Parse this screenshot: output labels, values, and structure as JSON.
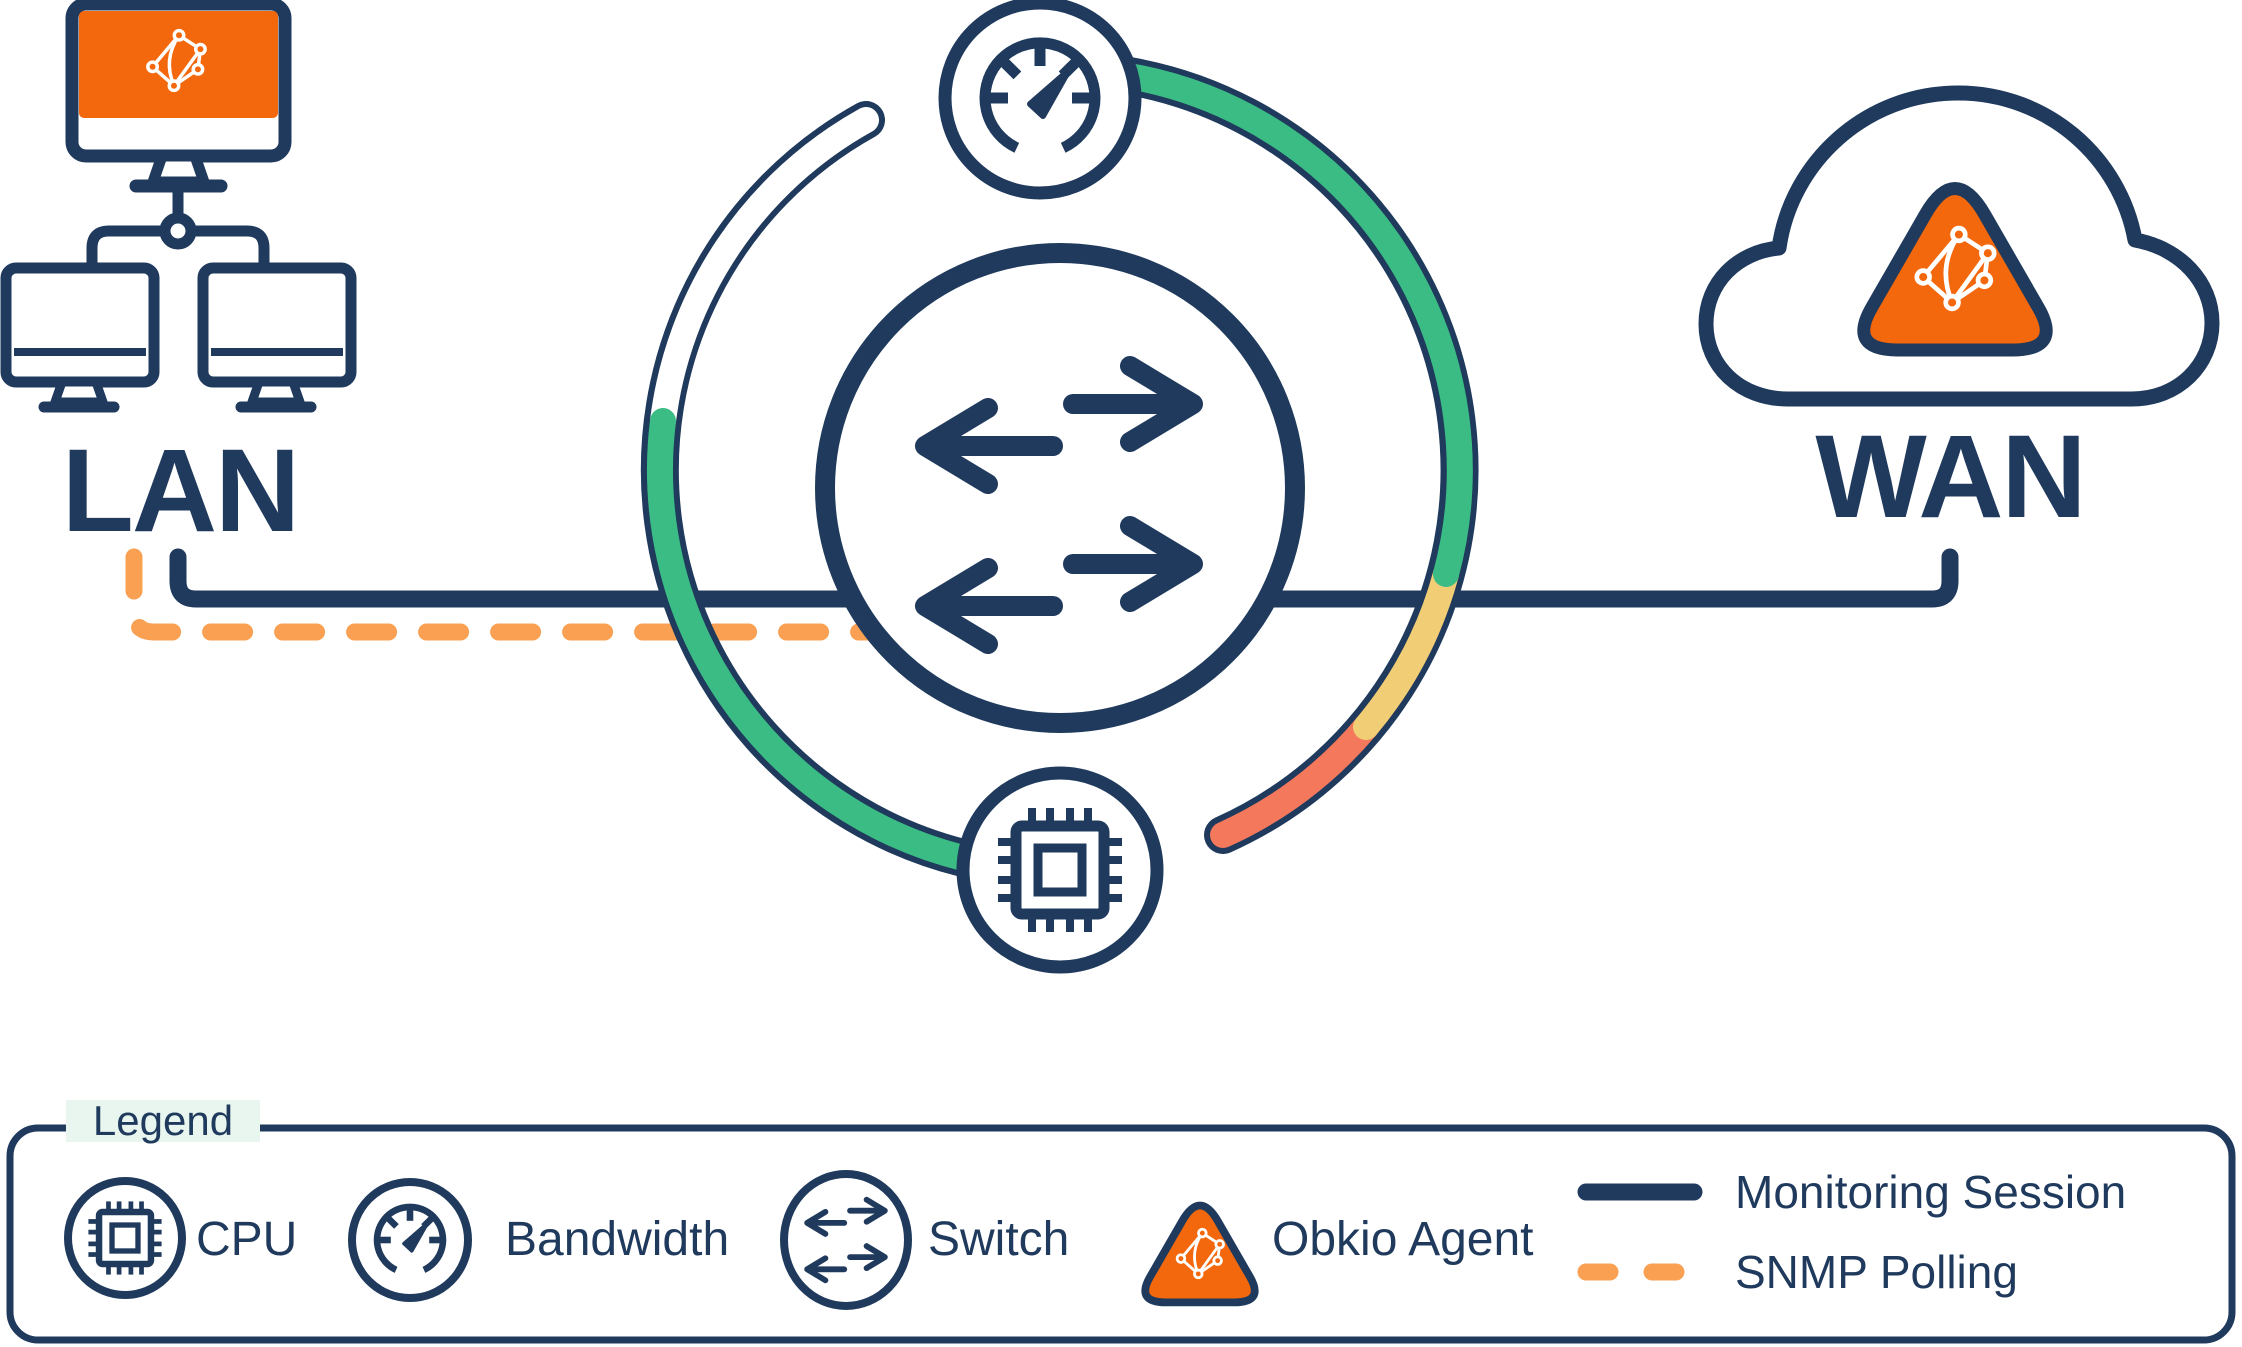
{
  "labels": {
    "lan": "LAN",
    "wan": "WAN"
  },
  "legend": {
    "title": "Legend",
    "items": [
      {
        "label": "CPU",
        "icon": "cpu-icon"
      },
      {
        "label": "Bandwidth",
        "icon": "bandwidth-gauge-icon"
      },
      {
        "label": "Switch",
        "icon": "switch-arrows-icon"
      },
      {
        "label": "Obkio Agent",
        "icon": "obkio-agent-triangle-icon"
      }
    ],
    "line_styles": [
      {
        "label": "Monitoring Session",
        "style": "solid",
        "color": "#1F3A5C"
      },
      {
        "label": "SNMP Polling",
        "style": "dashed",
        "color": "#F9A053"
      }
    ]
  },
  "colors": {
    "navy": "#1F3A5C",
    "orange": "#F4680D",
    "orange_light": "#F9A053",
    "ring_green": "#3CBC85",
    "ring_yellow": "#F1CD75",
    "ring_salmon": "#F4795C",
    "ring_white": "#FFFFFF",
    "mint_label_bg": "#E8F6EF",
    "background": "#FFFFFF"
  },
  "status_ring": {
    "segments_clockwise_from_top": [
      "green",
      "yellow",
      "salmon",
      "gap-at-cpu",
      "green",
      "white",
      "gap-at-gauge"
    ]
  }
}
